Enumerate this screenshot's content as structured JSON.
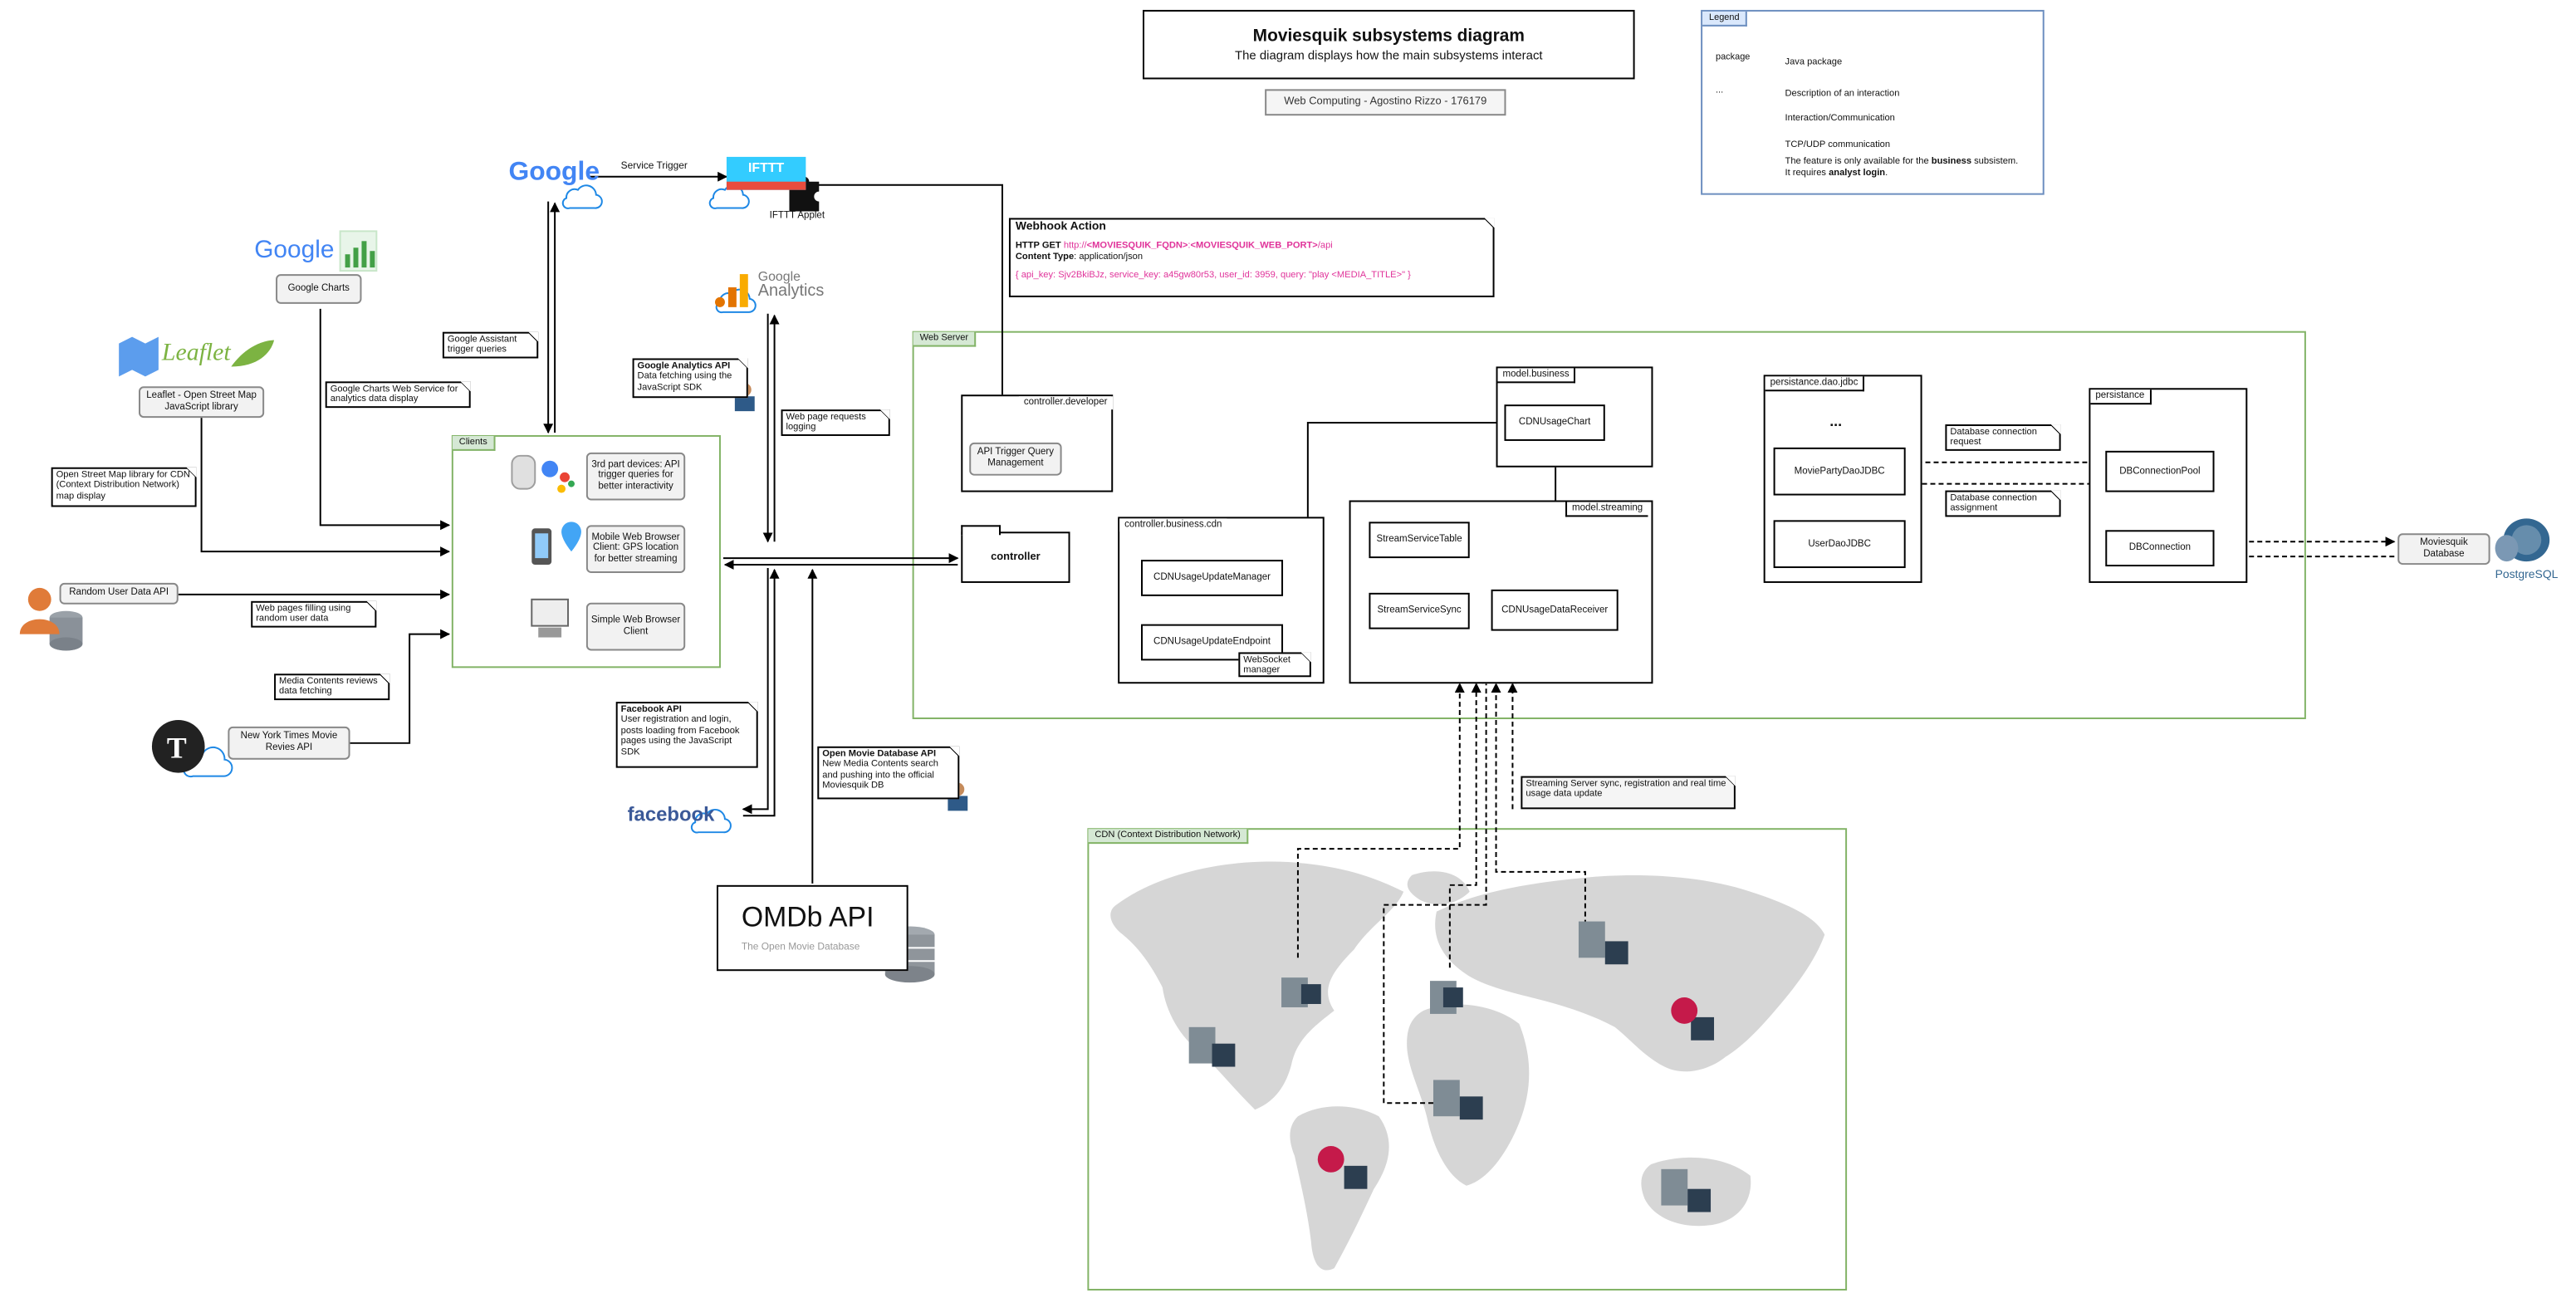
{
  "title": "Moviesquik subsystems diagram",
  "subtitle": "The diagram displays how the main subsystems interact",
  "author": "Web Computing - Agostino Rizzo - 176179",
  "legend": {
    "label": "Legend",
    "package_glyph": "package",
    "java_package": "Java package",
    "interaction_desc_glyph": "...",
    "interaction_desc": "Description of an interaction",
    "interaction": "Interaction/Communication",
    "tcp": "TCP/UDP communication",
    "business_note_1": "The feature is only available for the",
    "business_bold": "business",
    "business_note_2": "subsistem.",
    "business_note_3": "It requires",
    "analyst_bold": "analyst login",
    "business_note_4": "."
  },
  "logos": {
    "google": "Google",
    "ifttt": "IFTTT",
    "google_charts": "Google",
    "leaflet": "Leaflet",
    "google_analytics_1": "Google",
    "google_analytics_2": "Analytics",
    "facebook": "facebook",
    "omdb_title": "OMDb API",
    "omdb_sub": "The Open Movie Database",
    "postgres": "PostgreSQL"
  },
  "labels": {
    "service_trigger": "Service Trigger",
    "ifttt_applet": "IFTTT Applet",
    "google_charts_box": "Google Charts",
    "leaflet_box": "Leaflet - Open Street Map JavaScript library",
    "random_user_box": "Random User Data API",
    "nyt_box": "New York Times Movie Revies API",
    "clients": "Clients",
    "client_3rd": "3rd part devices: API trigger queries for better interactivity",
    "client_mobile": "Mobile Web Browser Client: GPS location for better streaming",
    "client_simple": "Simple Web Browser Client",
    "web_server": "Web Server",
    "cdn": "CDN (Context Distribution Network)",
    "moviesquik_db": "Moviesquik Database"
  },
  "notes": {
    "google_assistant": "Google Assistant trigger queries",
    "google_charts_ws": "Google Charts Web Service for analytics data display",
    "osm": "Open Street Map library for CDN (Context Distribution Network) map display",
    "web_pages": "Web pages filling using random user data",
    "media_reviews": "Media Contents reviews data fetching",
    "ga_api_title": "Google Analytics API",
    "ga_api_body": "Data fetching using the JavaScript SDK",
    "web_page_requests": "Web page requests logging",
    "fb_api_title": "Facebook API",
    "fb_api_body": "User registration and login, posts loading from Facebook pages using the JavaScript SDK",
    "omdb_api_title": "Open Movie Database API",
    "omdb_api_body": "New Media Contents search and pushing into the official Moviesquik DB",
    "webhook_title": "Webhook Action",
    "webhook_get": "HTTP GET",
    "webhook_url_1": "http://",
    "webhook_url_2": "<MOVIESQUIK_FQDN>",
    "webhook_url_3": ":",
    "webhook_url_4": "<MOVIESQUIK_WEB_PORT>",
    "webhook_url_5": "/api",
    "webhook_ct_label": "Content Type",
    "webhook_ct": ": application/json",
    "webhook_body": "{ api_key: Sjv2BkiBJz, service_key: a45gw80r53, user_id: 3959, query: \"play <MEDIA_TITLE>\" }",
    "streaming_sync": "Streaming Server sync, registration and real time usage data update",
    "db_conn_request": "Database connection request",
    "db_conn_assign": "Database connection assignment"
  },
  "packages": {
    "controller_developer": "controller.developer",
    "api_trigger": "API Trigger Query Management",
    "controller": "controller",
    "controller_business_cdn": "controller.business.cdn",
    "cdn_update_manager": "CDNUsageUpdateManager",
    "cdn_update_endpoint": "CDNUsageUpdateEndpoint",
    "websocket_manager": "WebSocket manager",
    "model_business": "model.business",
    "cdn_usage_chart": "CDNUsageChart",
    "model_streaming": "model.streaming",
    "stream_service_table": "StreamServiceTable",
    "stream_service_sync": "StreamServiceSync",
    "cdn_usage_receiver": "CDNUsageDataReceiver",
    "persistance_dao_jdbc": "persistance.dao.jdbc",
    "ellipsis": "...",
    "movie_party_dao": "MoviePartyDaoJDBC",
    "user_dao": "UserDaoJDBC",
    "persistance": "persistance",
    "db_connection_pool": "DBConnectionPool",
    "db_connection": "DBConnection"
  },
  "colors": {
    "region_border": "#82b366",
    "region_fill": "#d5e8d4",
    "legend_border": "#6c8ebf",
    "map_land": "#d6d6d6",
    "pink": "#e0339a"
  }
}
